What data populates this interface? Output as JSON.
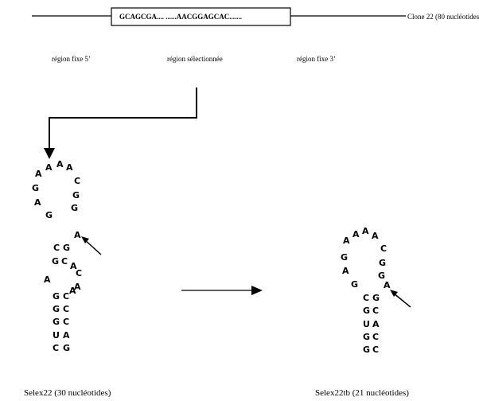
{
  "header": {
    "sequence": "GCAGCGA.... ......AACGGAGCAC.......",
    "clone_label": "Clone 22 (80 nucléotides)"
  },
  "regions": {
    "five_prime": "région fixe 5’",
    "selected": "région sélectionnée",
    "three_prime": "région fixe 3’"
  },
  "left_structure": {
    "caption": "Selex22 (30 nucléotides)",
    "loop": [
      "G",
      "A",
      "G",
      "A",
      "A",
      "A",
      "A",
      "C",
      "G",
      "G",
      "A"
    ],
    "stem_upper": [
      [
        "C",
        "G"
      ],
      [
        "G",
        "C"
      ]
    ],
    "bulge": [
      "A",
      "C"
    ],
    "bulge_left": "A",
    "stem_lower": [
      [
        "G",
        "C"
      ],
      [
        "G",
        "C"
      ],
      [
        "G",
        "C"
      ],
      [
        "U",
        "A"
      ],
      [
        "C",
        "G"
      ]
    ],
    "lower_bulge": [
      "A",
      "A"
    ]
  },
  "right_structure": {
    "caption": "Selex22tb (21 nucléotides)",
    "loop": [
      "G",
      "A",
      "G",
      "A",
      "A",
      "A",
      "A",
      "C",
      "G",
      "G",
      "A"
    ],
    "stem": [
      [
        "C",
        "G"
      ],
      [
        "G",
        "C"
      ],
      [
        "U",
        "A"
      ],
      [
        "G",
        "C"
      ],
      [
        "G",
        "C"
      ]
    ]
  },
  "colors": {
    "ink": "#000000",
    "background": "#ffffff"
  }
}
